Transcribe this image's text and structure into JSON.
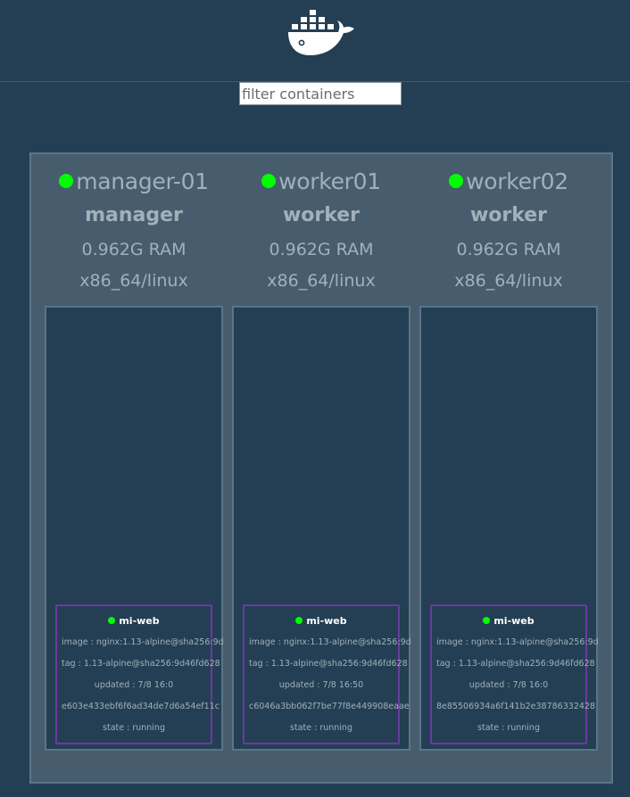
{
  "header": {
    "logo": "docker-whale-icon",
    "filter_placeholder": "filter containers",
    "filter_value": ""
  },
  "nodes": [
    {
      "name": "manager-01",
      "status_color": "#00ff00",
      "role": "manager",
      "ram": "0.962G RAM",
      "platform": "x86_64/linux",
      "tasks": [
        {
          "name": "mi-web",
          "status_color": "#00ff00",
          "image": "image : nginx:1.13-alpine@sha256:9d",
          "tag": "tag : 1.13-alpine@sha256:9d46fd628",
          "updated": "updated : 7/8 16:0",
          "id": "e603e433ebf6f6ad34de7d6a54ef11c",
          "state": "state : running"
        }
      ]
    },
    {
      "name": "worker01",
      "status_color": "#00ff00",
      "role": "worker",
      "ram": "0.962G RAM",
      "platform": "x86_64/linux",
      "tasks": [
        {
          "name": "mi-web",
          "status_color": "#00ff00",
          "image": "image : nginx:1.13-alpine@sha256:9d",
          "tag": "tag : 1.13-alpine@sha256:9d46fd628",
          "updated": "updated : 7/8 16:50",
          "id": "c6046a3bb062f7be77f8e449908eaae",
          "state": "state : running"
        }
      ]
    },
    {
      "name": "worker02",
      "status_color": "#00ff00",
      "role": "worker",
      "ram": "0.962G RAM",
      "platform": "x86_64/linux",
      "tasks": [
        {
          "name": "mi-web",
          "status_color": "#00ff00",
          "image": "image : nginx:1.13-alpine@sha256:9d",
          "tag": "tag : 1.13-alpine@sha256:9d46fd628",
          "updated": "updated : 7/8 16:0",
          "id": "8e85506934a6f141b2e38786332428",
          "state": "state : running"
        }
      ]
    }
  ]
}
